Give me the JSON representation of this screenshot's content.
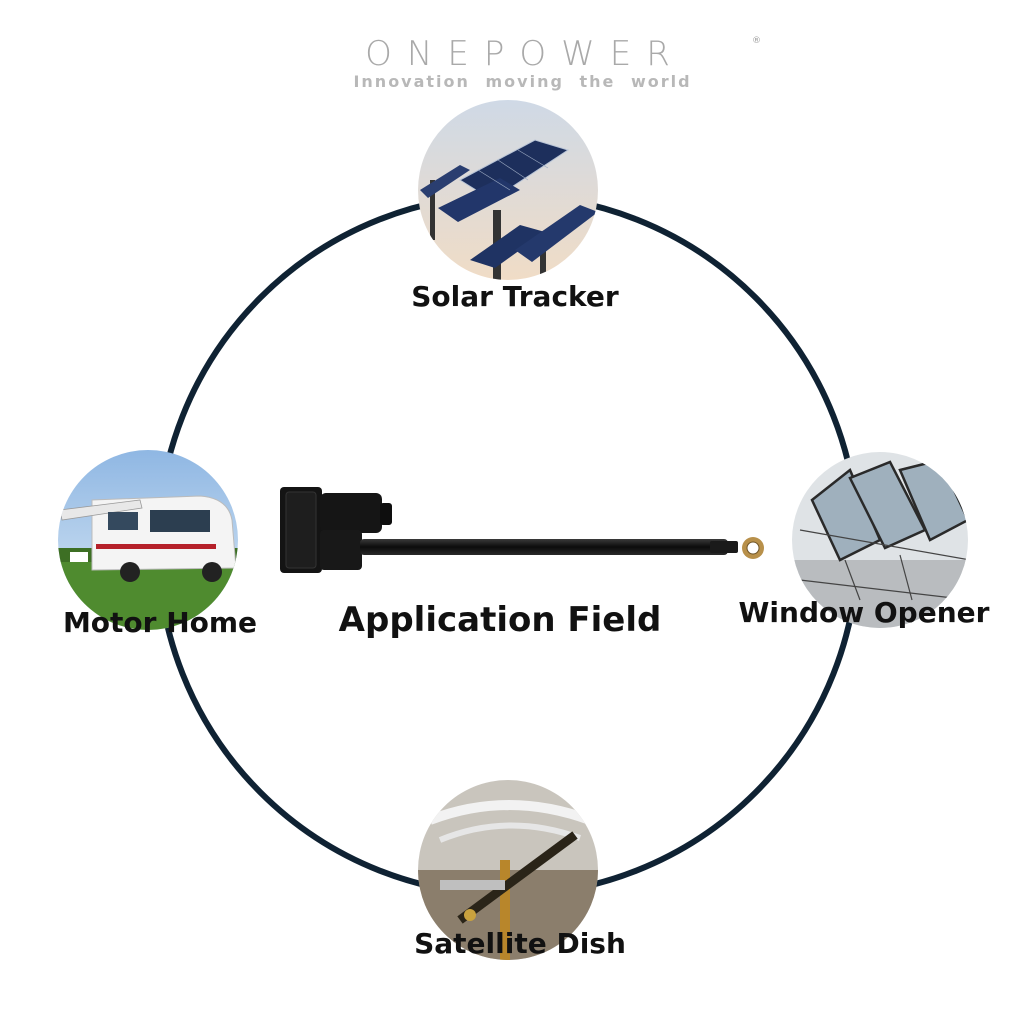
{
  "logo": {
    "brand": "ONEPOWER",
    "registered": "®",
    "tagline": "Innovation moving the world"
  },
  "center_title": "Application Field",
  "applications": [
    {
      "label": "Solar Tracker"
    },
    {
      "label": "Motor Home"
    },
    {
      "label": "Window Opener"
    },
    {
      "label": "Satellite Dish"
    }
  ],
  "colors": {
    "ring": "#0f2233",
    "logo_gray": "#a9a9a9",
    "text": "#111111",
    "actuator": "#141414"
  },
  "icons": {
    "center_product": "linear-actuator-image",
    "solar": "solar-panel-photo",
    "motor": "motorhome-photo",
    "window": "skylight-window-photo",
    "satellite": "satellite-mount-photo"
  }
}
